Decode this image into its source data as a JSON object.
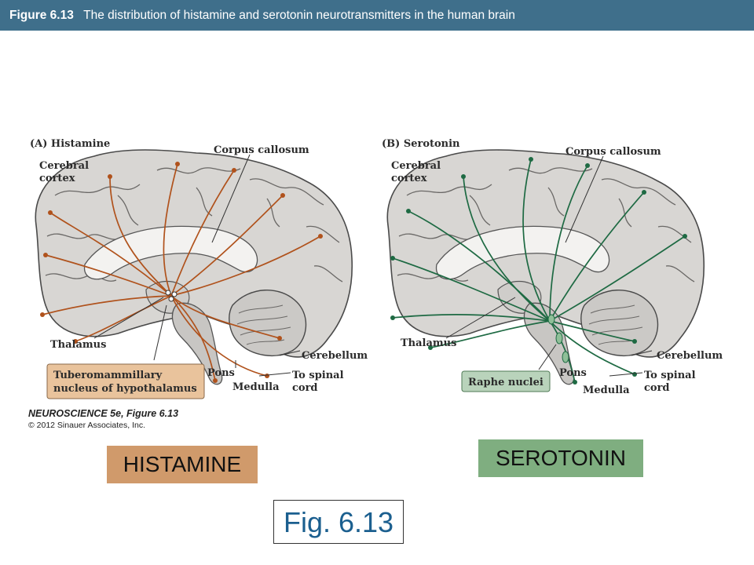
{
  "header": {
    "figure_number": "Figure 6.13",
    "title": "The distribution of histamine and serotonin neurotransmitters in the human brain"
  },
  "panel_a": {
    "title": "(A)  Histamine",
    "labels": {
      "cerebral_cortex_1": "Cerebral",
      "cerebral_cortex_2": "cortex",
      "corpus_callosum": "Corpus callosum",
      "thalamus": "Thalamus",
      "cerebellum": "Cerebellum",
      "pons": "Pons",
      "medulla": "Medulla",
      "spinal_1": "To spinal",
      "spinal_2": "cord"
    },
    "nucleus_box_1": "Tuberomammillary",
    "nucleus_box_2": "nucleus of hypothalamus",
    "pathway_color": "#b0521c",
    "box_color": "#e9c39c"
  },
  "panel_b": {
    "title": "(B)  Serotonin",
    "labels": {
      "cerebral_cortex_1": "Cerebral",
      "cerebral_cortex_2": "cortex",
      "corpus_callosum": "Corpus callosum",
      "thalamus": "Thalamus",
      "cerebellum": "Cerebellum",
      "pons": "Pons",
      "medulla": "Medulla",
      "spinal_1": "To spinal",
      "spinal_2": "cord"
    },
    "nucleus_box": "Raphe nuclei",
    "pathway_color": "#1e6a43",
    "box_color": "#b9d3bb"
  },
  "credit": {
    "line1": "NEUROSCIENCE 5e, Figure 6.13",
    "line2": "© 2012 Sinauer Associates, Inc."
  },
  "tags": {
    "histamine": "HISTAMINE",
    "serotonin": "SEROTONIN",
    "figure": "Fig. 6.13"
  }
}
